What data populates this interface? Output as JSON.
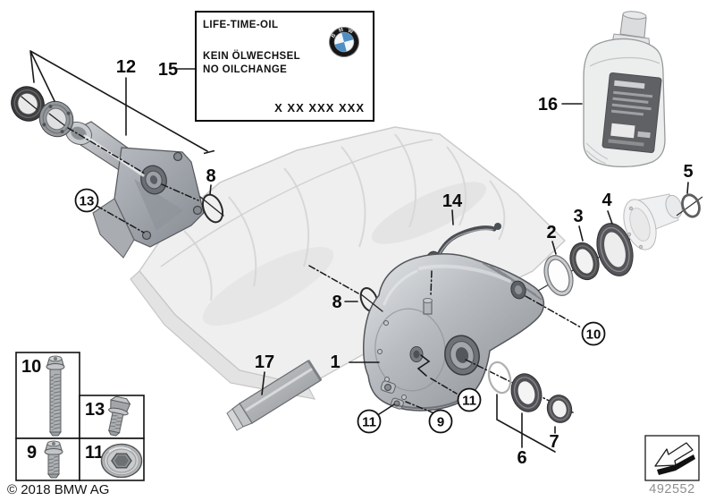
{
  "diagram_title_context": "BMW front axle final drive exploded parts diagram",
  "colors": {
    "background": "#ffffff",
    "line": "#1a1a1a",
    "ghost_fill": "#efefef",
    "ghost_line": "#c9c9c9",
    "metal_light": "#d9dbdd",
    "metal_mid": "#aeb2b6",
    "metal_dark": "#787c80",
    "seal_dark": "#4e4e52",
    "bmw_blue": "#4f8fc4",
    "footer_number_gray": "#8f8f8f"
  },
  "oil_label_box": {
    "title": "LIFE-TIME-OIL",
    "note_de": "KEIN ÖLWECHSEL",
    "note_en": "NO OILCHANGE",
    "part_number_mask": "X XX XXX XXX",
    "brand_letters": [
      "B",
      "M",
      "W"
    ]
  },
  "callouts": {
    "n1": "1",
    "n2": "2",
    "n3": "3",
    "n4": "4",
    "n5": "5",
    "n6": "6",
    "n7": "7",
    "n8": "8",
    "n9": "9",
    "n10": "10",
    "n11": "11",
    "n12": "12",
    "n13": "13",
    "n14": "14",
    "n15": "15",
    "n16": "16",
    "n17": "17"
  },
  "legend_boxes": {
    "labels": [
      "10",
      "13",
      "9",
      "11"
    ]
  },
  "footer": {
    "copyright": "© 2018 BMW AG",
    "diagram_number": "492552"
  }
}
